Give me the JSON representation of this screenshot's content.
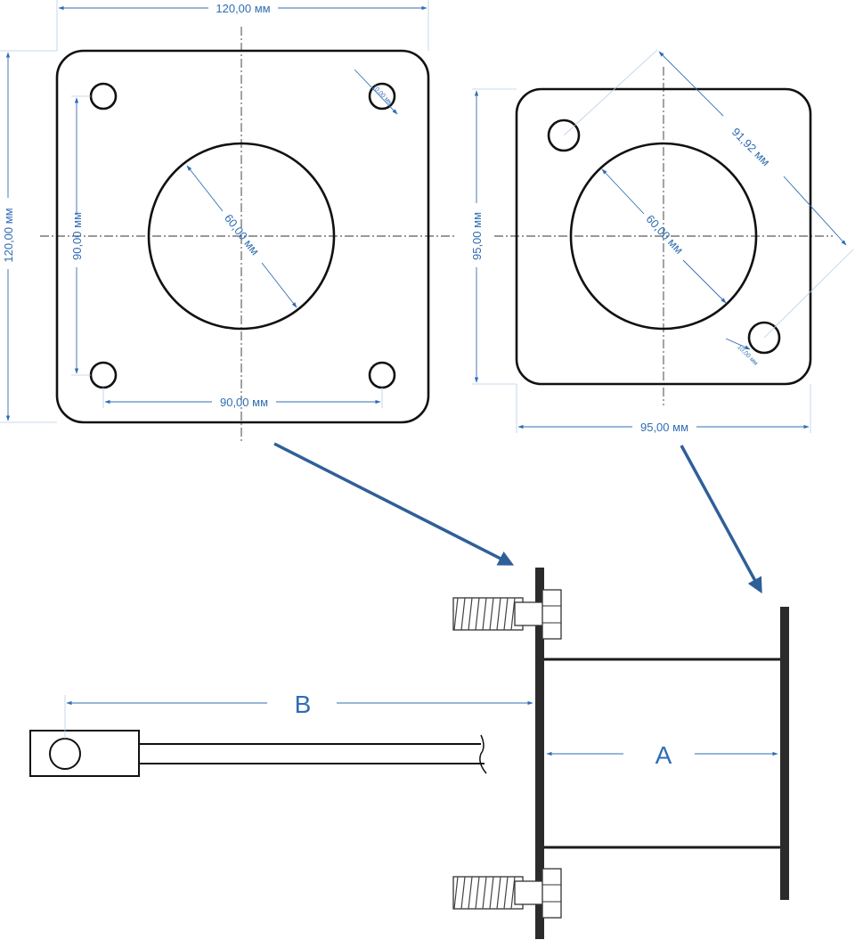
{
  "dimensions": {
    "square_width": "120,00 мм",
    "square_height": "120,00 мм",
    "square_hole_spacing_v": "90,00 мм",
    "square_hole_spacing_h": "90,00 мм",
    "square_center_hole": "60,00 мм",
    "square_small_hole": "10,00 мм",
    "rect_height": "95,00 мм",
    "rect_width": "95,00 мм",
    "rect_diagonal": "91,92 мм",
    "rect_center_hole": "60,00 мм",
    "rect_small_hole": "10,00 мм"
  },
  "labels": {
    "a": "A",
    "b": "B"
  },
  "colors": {
    "dimension": "#2f6db3",
    "arrow": "#2f5f99",
    "outline": "#111111"
  }
}
